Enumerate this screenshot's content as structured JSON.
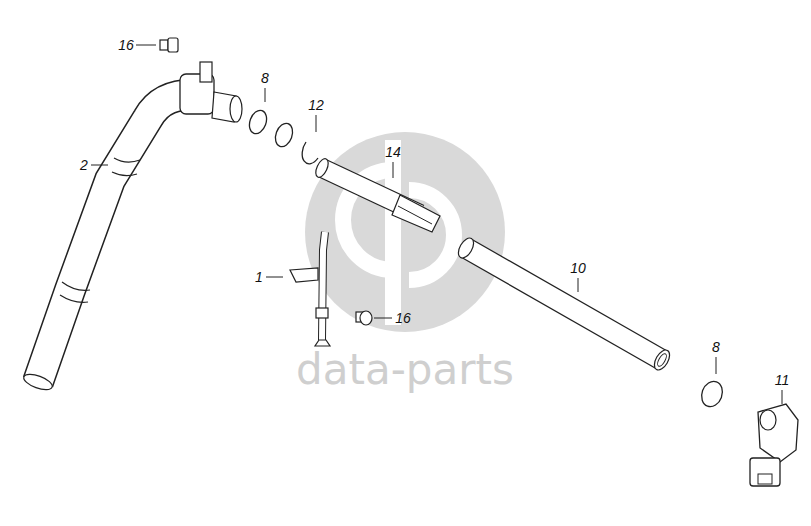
{
  "diagram": {
    "labels": [
      "16",
      "8",
      "12",
      "2",
      "14",
      "1",
      "16",
      "10",
      "8",
      "11",
      "data-parts"
    ]
  }
}
